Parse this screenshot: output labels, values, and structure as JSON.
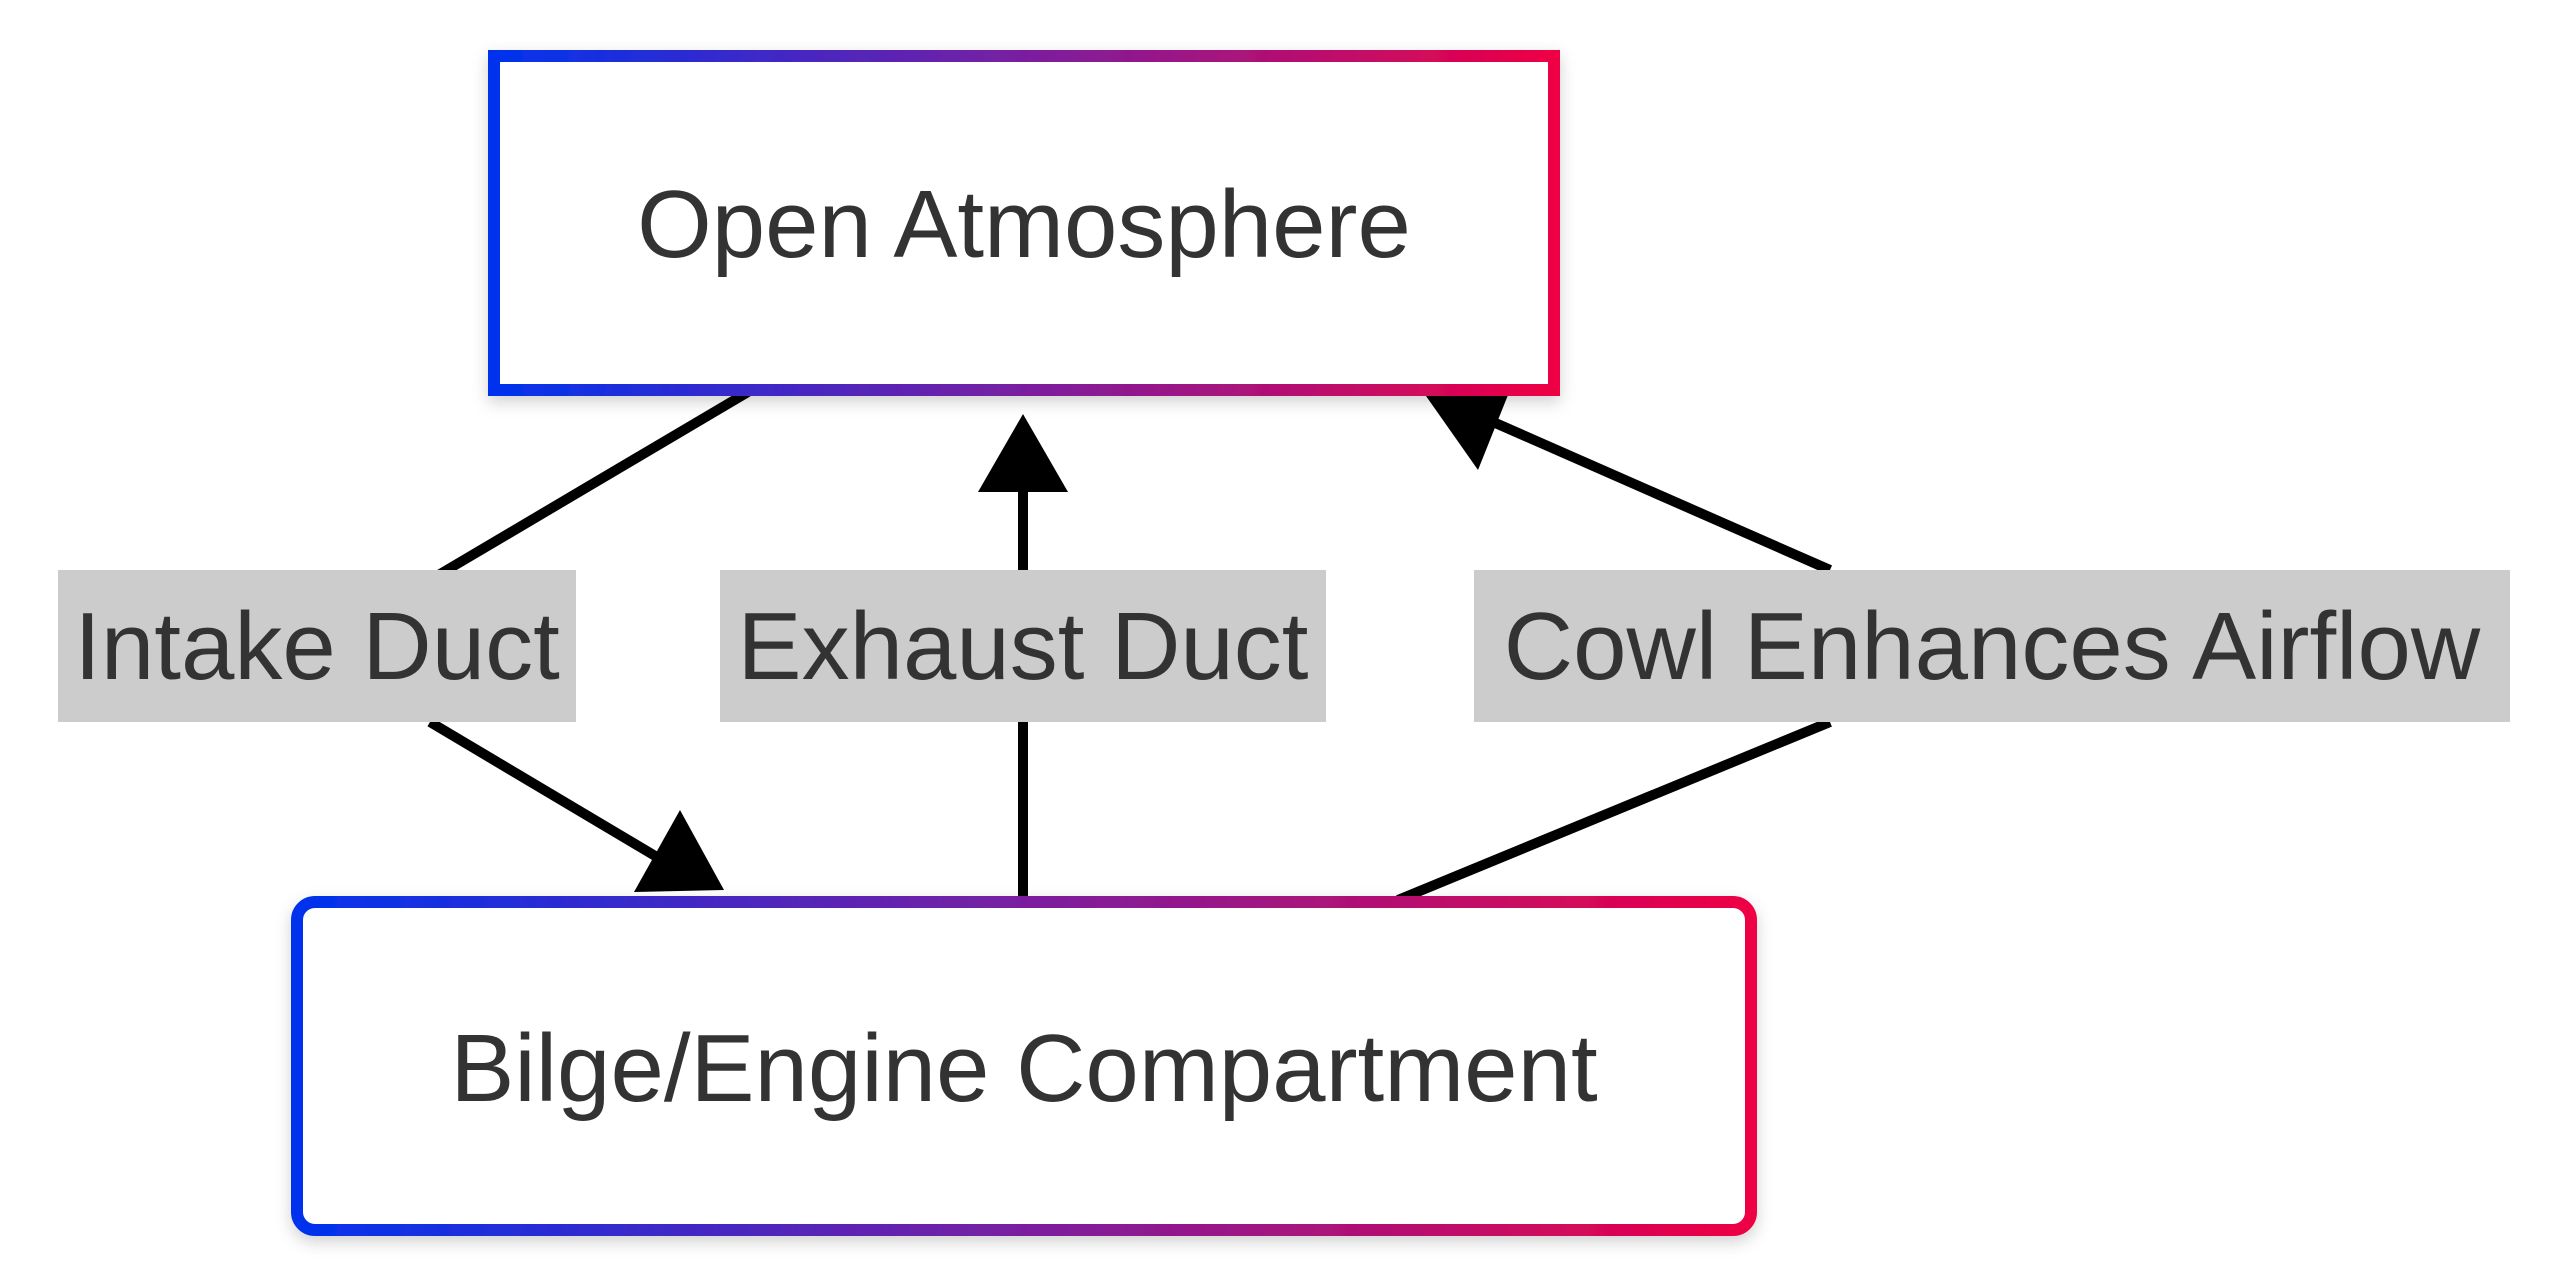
{
  "nodes": {
    "top": {
      "label": "Open Atmosphere"
    },
    "bottom": {
      "label": "Bilge/Engine Compartment"
    }
  },
  "edges": {
    "intake": {
      "label": "Intake Duct"
    },
    "exhaust": {
      "label": "Exhaust Duct"
    },
    "cowl": {
      "label": "Cowl Enhances Airflow"
    }
  },
  "colors": {
    "border_gradient_start": "#0033ee",
    "border_gradient_mid": "#7a1fa0",
    "border_gradient_end": "#ee0044",
    "edge": "#000000",
    "edge_label_bg": "#cccccc",
    "text": "#333333"
  }
}
